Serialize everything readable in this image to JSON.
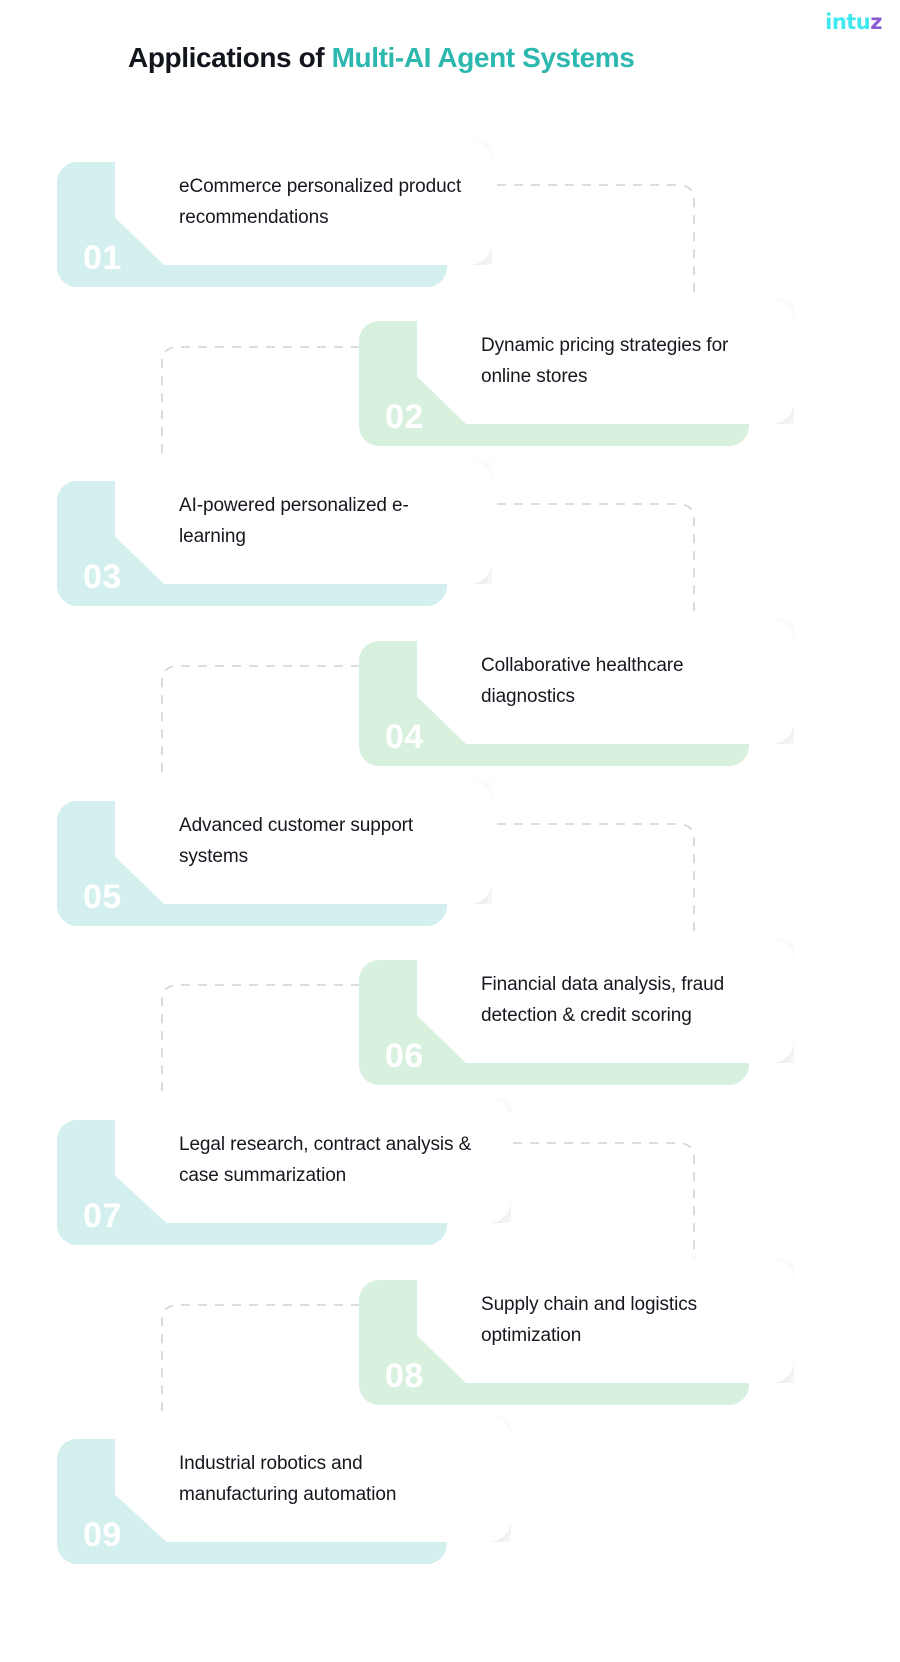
{
  "logo": {
    "main": "intu",
    "accent": "z",
    "main_color": "#3ee9ee",
    "accent_color": "#8b5bd6"
  },
  "title": {
    "prefix": "Applications of ",
    "accent": "Multi-AI Agent Systems",
    "prefix_color": "#12161c",
    "accent_color": "#2cb8ae"
  },
  "theme": {
    "badge_teal": "#d3efee",
    "badge_green": "#d8f0de",
    "card_white": "#ffffff",
    "text_color": "#15191f",
    "number_color": "#ffffff",
    "connector_color": "#cfd3d6"
  },
  "items": [
    {
      "number": "01",
      "text": "eCommerce personalized product recommendations",
      "side": "left",
      "badge_color": "#d3efee"
    },
    {
      "number": "02",
      "text": "Dynamic pricing strategies for online stores",
      "side": "right",
      "badge_color": "#d8f0de"
    },
    {
      "number": "03",
      "text": "AI-powered personalized e-learning",
      "side": "left",
      "badge_color": "#d3efee"
    },
    {
      "number": "04",
      "text": "Collaborative healthcare diagnostics",
      "side": "right",
      "badge_color": "#d8f0de"
    },
    {
      "number": "05",
      "text": "Advanced customer support systems",
      "side": "left",
      "badge_color": "#d3efee"
    },
    {
      "number": "06",
      "text": "Financial data analysis, fraud detection & credit scoring",
      "side": "right",
      "badge_color": "#d8f0de"
    },
    {
      "number": "07",
      "text": "Legal research, contract analysis & case summarization",
      "side": "left",
      "badge_color": "#d3efee"
    },
    {
      "number": "08",
      "text": "Supply chain and logistics optimization",
      "side": "right",
      "badge_color": "#d8f0de"
    },
    {
      "number": "09",
      "text": "Industrial robotics and manufacturing automation",
      "side": "left",
      "badge_color": "#d3efee"
    }
  ]
}
